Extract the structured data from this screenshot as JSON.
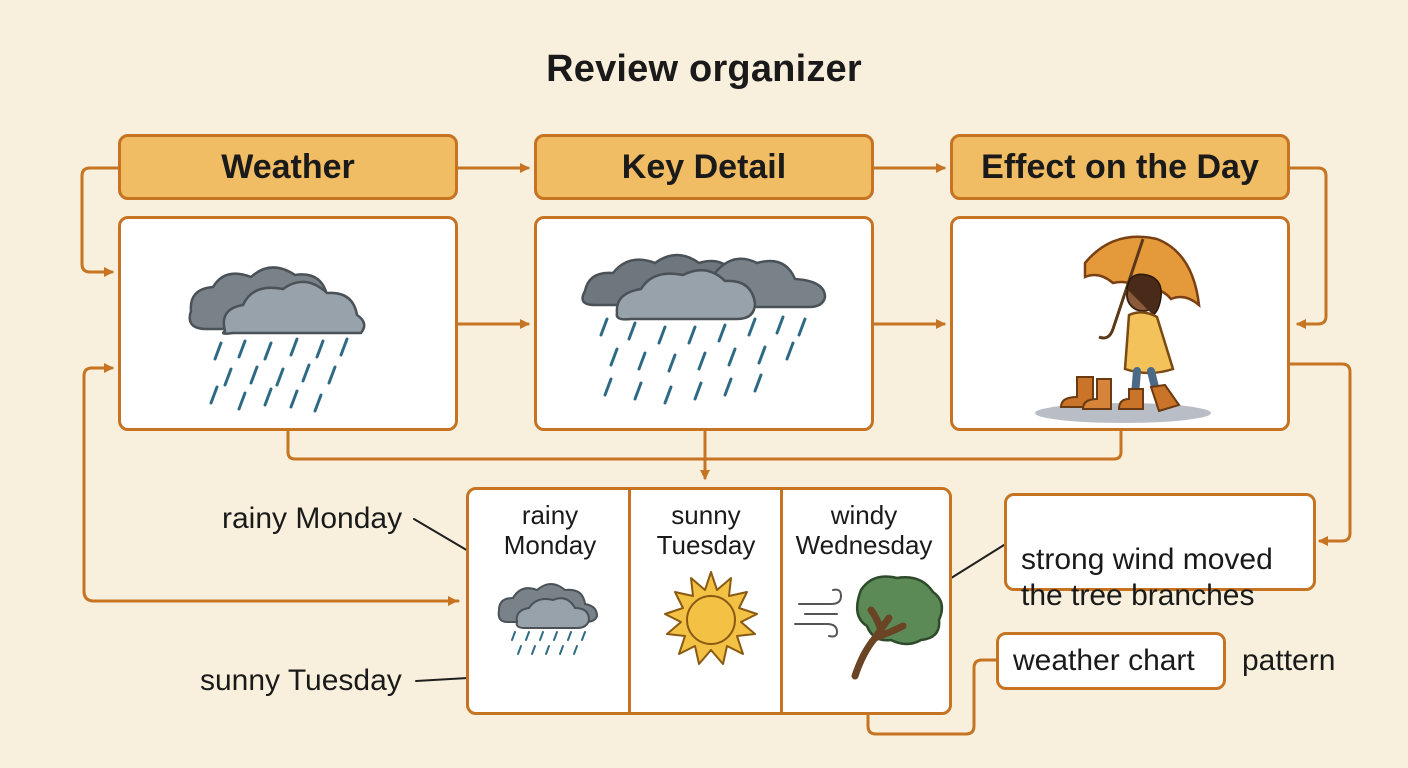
{
  "title": "Review organizer",
  "headers": {
    "weather": "Weather",
    "key_detail": "Key Detail",
    "effect": "Effect on the Day"
  },
  "chart": {
    "columns": [
      {
        "label": "rainy\nMonday",
        "icon": "rain-cloud-icon"
      },
      {
        "label": "sunny\nTuesday",
        "icon": "sun-icon"
      },
      {
        "label": "windy\nWednesday",
        "icon": "windy-tree-icon"
      }
    ]
  },
  "notes": {
    "rainy_monday": "rainy Monday",
    "sunny_tuesday": "sunny Tuesday",
    "effect_text": "strong wind moved\nthe tree branches",
    "weather_chart": "weather chart",
    "pattern": "pattern"
  },
  "colors": {
    "background": "#f8f0dc",
    "header_fill": "#f0bc64",
    "border": "#c67421",
    "cloud_dark": "#7a8289",
    "cloud_light": "#98a2aa",
    "rain": "#2f6a84",
    "sun": "#f3c244",
    "leaves": "#5b8a57"
  }
}
